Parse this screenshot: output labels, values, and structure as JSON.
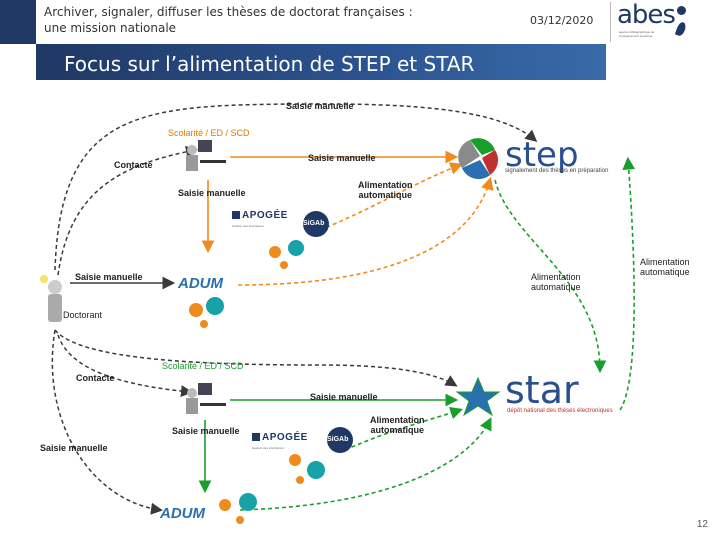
{
  "header": {
    "line1": "Archiver, signaler, diffuser les thèses de doctorat françaises :",
    "line2": "une mission nationale",
    "date": "03/12/2020",
    "logo_text": "abes",
    "logo_subtitle": "agence bibliographique de l'enseignement supérieur"
  },
  "slide_title": "Focus sur l’alimentation de STEP et STAR",
  "labels": {
    "saisie_top": "Saisie manuelle",
    "scol_top": "Scolarité / ED / SCD",
    "contacte_top": "Contacte",
    "saisie_step": "Saisie manuelle",
    "saisie_apogee_top": "Saisie manuelle",
    "alim_auto_1": "Alimentation",
    "alim_auto_1b": "automatique",
    "saisie_adum_top": "Saisie manuelle",
    "doctorant": "Doctorant",
    "alim_auto_2": "Alimentation",
    "alim_auto_2b": "automatique",
    "alim_auto_3": "Alimentation",
    "alim_auto_3b": "automatique",
    "scol_bottom": "Scolarité / ED / SCD",
    "contacte_bottom": "Contacte",
    "saisie_star": "Saisie manuelle",
    "saisie_apogee_bottom": "Saisie manuelle",
    "alim_auto_4": "Alimentation",
    "alim_auto_4b": "automatique",
    "saisie_bottom_left": "Saisie manuelle",
    "sigab_top": "SiGAb",
    "sigab_bottom": "SiGAb"
  },
  "logos": {
    "step_word": "step",
    "step_sub": "signalement des thèses en préparation",
    "star_word": "star",
    "star_sub": "dépôt national des thèses électroniques",
    "apogee": "APOGÉE",
    "apogee_sub": "Gestion des inscriptions",
    "adum": "ADUM"
  },
  "colors": {
    "orange": "#f08a1c",
    "green": "#1a9e2a",
    "dark": "#3a3a3a",
    "navy": "#1f3864"
  },
  "page_number": "12"
}
